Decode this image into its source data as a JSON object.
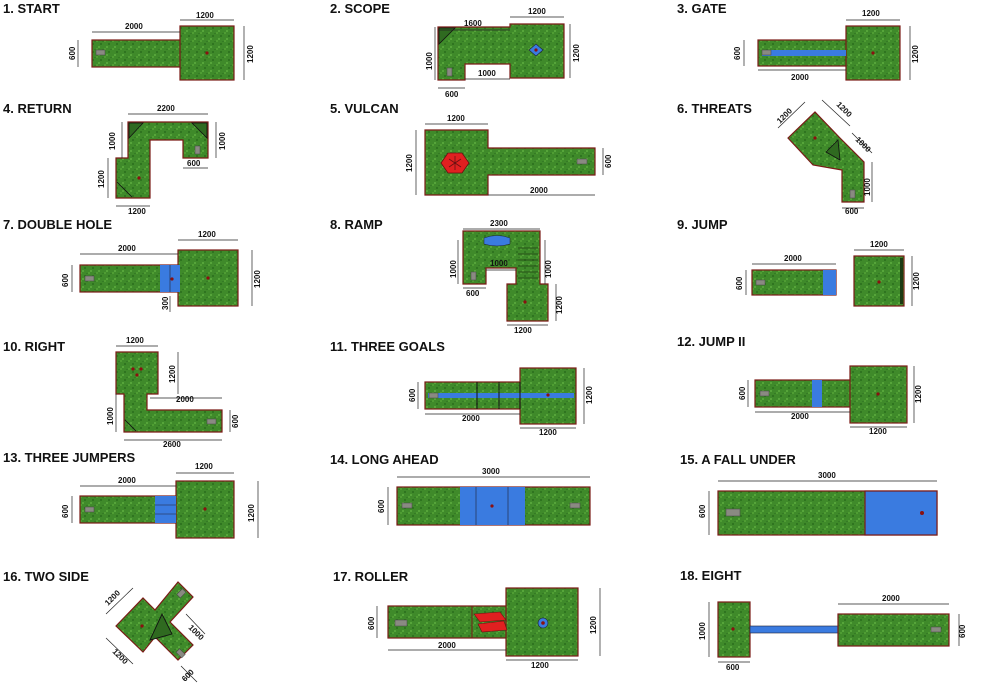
{
  "colors": {
    "green": "#3f8a2a",
    "border": "#7a1a16",
    "water": "#3a7be0",
    "red": "#e02020",
    "pad": "#8a8a82",
    "hole": "#8b1010"
  },
  "holes": [
    {
      "title": "1. START",
      "dims": [
        "2000",
        "1200",
        "600",
        "1200"
      ]
    },
    {
      "title": "2. SCOPE",
      "dims": [
        "1600",
        "1200",
        "1000",
        "1000",
        "600",
        "1200"
      ]
    },
    {
      "title": "3. GATE",
      "dims": [
        "1200",
        "600",
        "2000",
        "1200"
      ]
    },
    {
      "title": "4. RETURN",
      "dims": [
        "2200",
        "1000",
        "1000",
        "600",
        "1200",
        "1200"
      ]
    },
    {
      "title": "5. VULCAN",
      "dims": [
        "1200",
        "1200",
        "600",
        "2000"
      ]
    },
    {
      "title": "6. THREATS",
      "dims": [
        "1200",
        "1200",
        "1000",
        "1000",
        "600"
      ]
    },
    {
      "title": "7. DOUBLE HOLE",
      "dims": [
        "2000",
        "1200",
        "600",
        "1200",
        "300"
      ]
    },
    {
      "title": "8. RAMP",
      "dims": [
        "2300",
        "1000",
        "1000",
        "1000",
        "600",
        "1200",
        "1200"
      ]
    },
    {
      "title": "9. JUMP",
      "dims": [
        "2000",
        "1200",
        "600",
        "1200"
      ]
    },
    {
      "title": "10. RIGHT",
      "dims": [
        "1200",
        "1200",
        "2000",
        "1000",
        "600",
        "2600"
      ]
    },
    {
      "title": "11. THREE GOALS",
      "dims": [
        "600",
        "2000",
        "1200",
        "1200"
      ]
    },
    {
      "title": "12. JUMP II",
      "dims": [
        "600",
        "2000",
        "1200",
        "1200"
      ]
    },
    {
      "title": "13. THREE JUMPERS",
      "dims": [
        "2000",
        "1200",
        "600",
        "1200"
      ]
    },
    {
      "title": "14. LONG AHEAD",
      "dims": [
        "3000",
        "600"
      ]
    },
    {
      "title": "15. A FALL UNDER",
      "dims": [
        "3000",
        "600"
      ]
    },
    {
      "title": "16. TWO SIDE",
      "dims": [
        "1200",
        "1000",
        "1200",
        "600"
      ]
    },
    {
      "title": "17. ROLLER",
      "dims": [
        "600",
        "2000",
        "1200",
        "1200"
      ]
    },
    {
      "title": "18. EIGHT",
      "dims": [
        "2000",
        "1000",
        "600",
        "600"
      ]
    }
  ]
}
